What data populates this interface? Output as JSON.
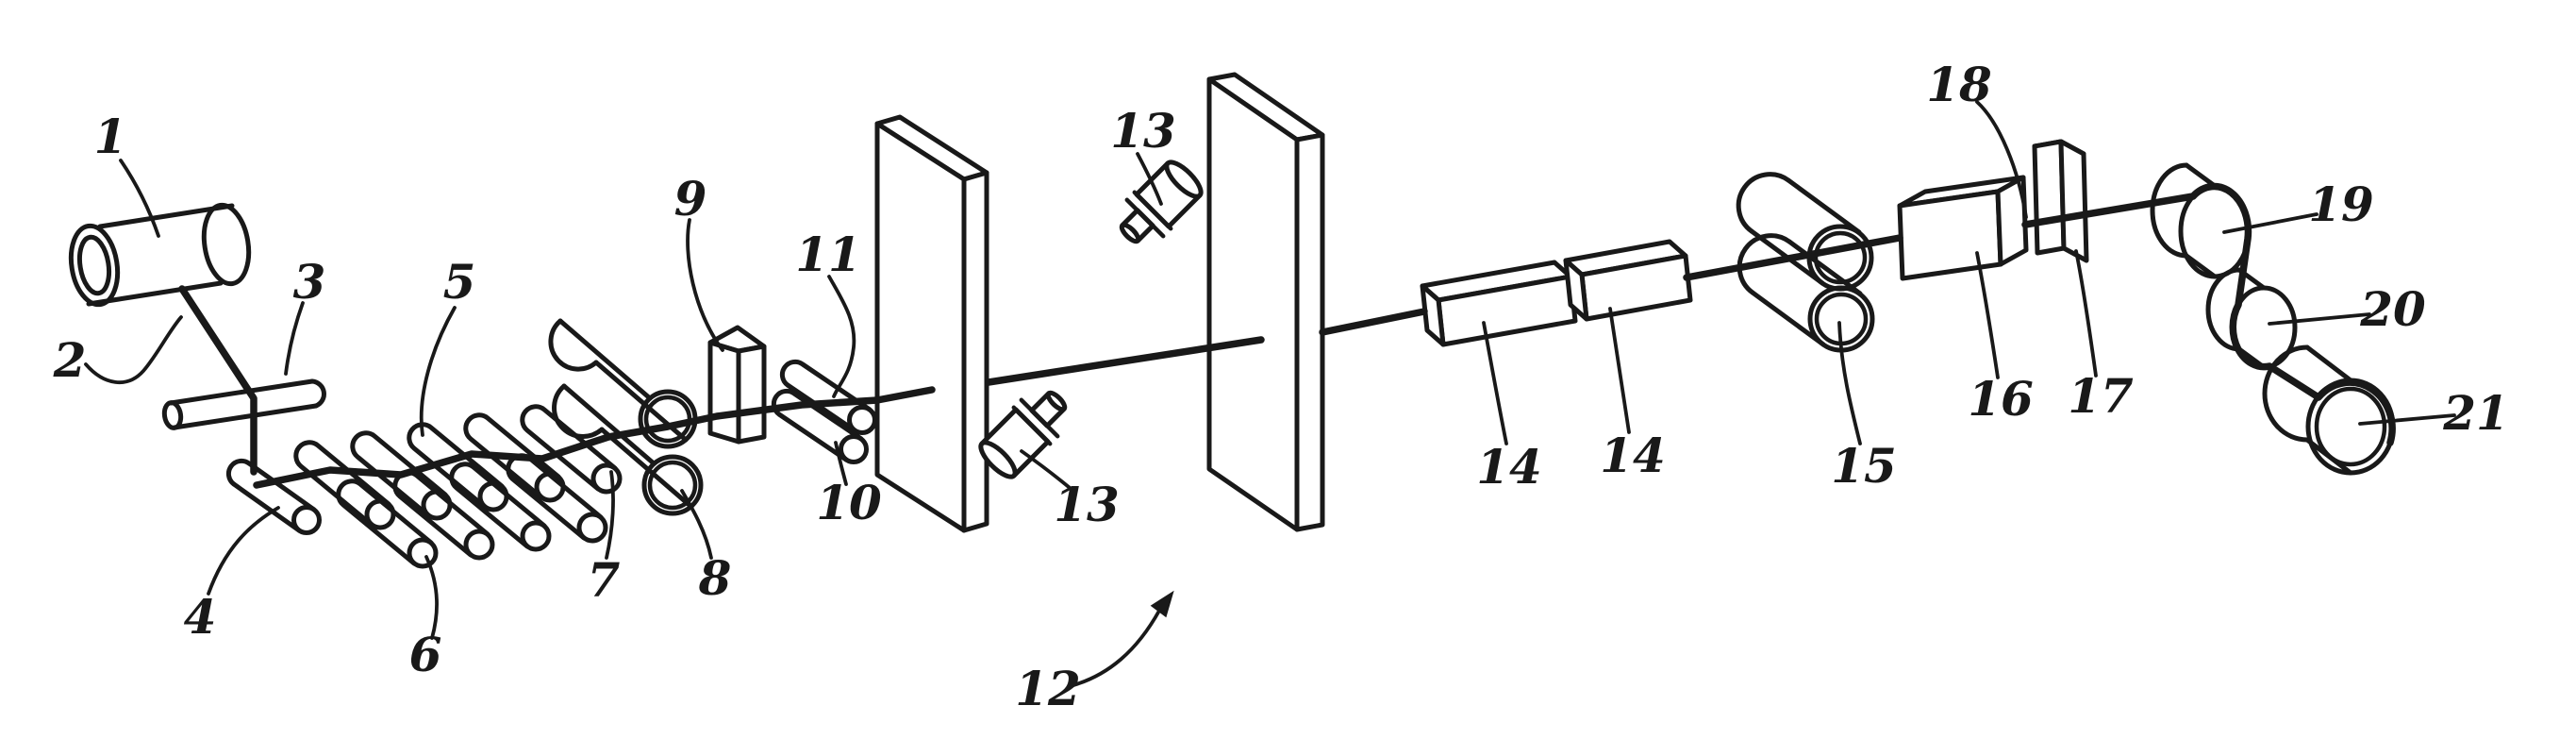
{
  "figure": {
    "background_color": "#ffffff",
    "ink_color": "#191919",
    "labels": {
      "n1": "1",
      "n2": "2",
      "n3": "3",
      "n4": "4",
      "n5": "5",
      "n6": "6",
      "n7": "7",
      "n8": "8",
      "n9": "9",
      "n10": "10",
      "n11": "11",
      "n12": "12",
      "n13_top": "13",
      "n13_left": "13",
      "n14_left": "14",
      "n14_right": "14",
      "n15": "15",
      "n16": "16",
      "n17": "17",
      "n18": "18",
      "n19": "19",
      "n20": "20",
      "n21": "21"
    }
  }
}
